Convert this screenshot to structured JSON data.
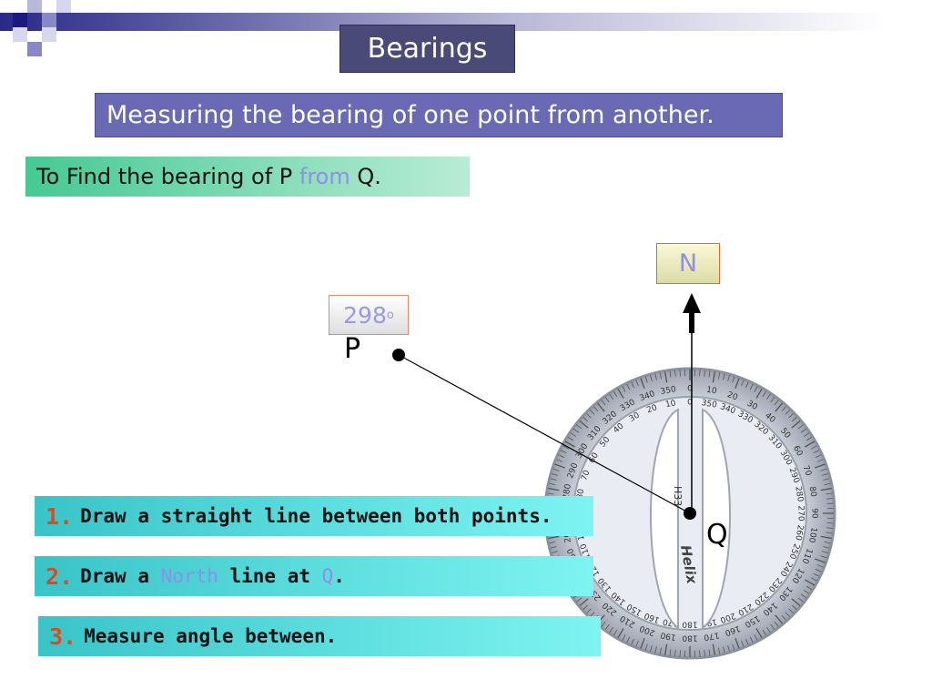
{
  "slide": {
    "title": "Bearings",
    "subtitle": "Measuring the bearing of one point from another.",
    "instruction": {
      "part1": "To Find the bearing of P ",
      "highlight": "from",
      "part2": " Q."
    }
  },
  "diagram": {
    "north_label": "N",
    "angle_value": "298",
    "angle_unit": "o",
    "point_p": "P",
    "point_q": "Q",
    "bearing_degrees": 298,
    "protractor_brand": "Helix",
    "protractor_model": "H33",
    "scale_max_degrees": 360,
    "highlight_color": "#8f8fe8"
  },
  "steps": [
    {
      "number": "1.",
      "text": "Draw a straight line between both points."
    },
    {
      "number": "2.",
      "text_a": "Draw a ",
      "hl_a": "North",
      "text_b": " line at ",
      "hl_b": "Q",
      "text_c": "."
    },
    {
      "number": "3.",
      "text": "Measure angle between."
    }
  ]
}
